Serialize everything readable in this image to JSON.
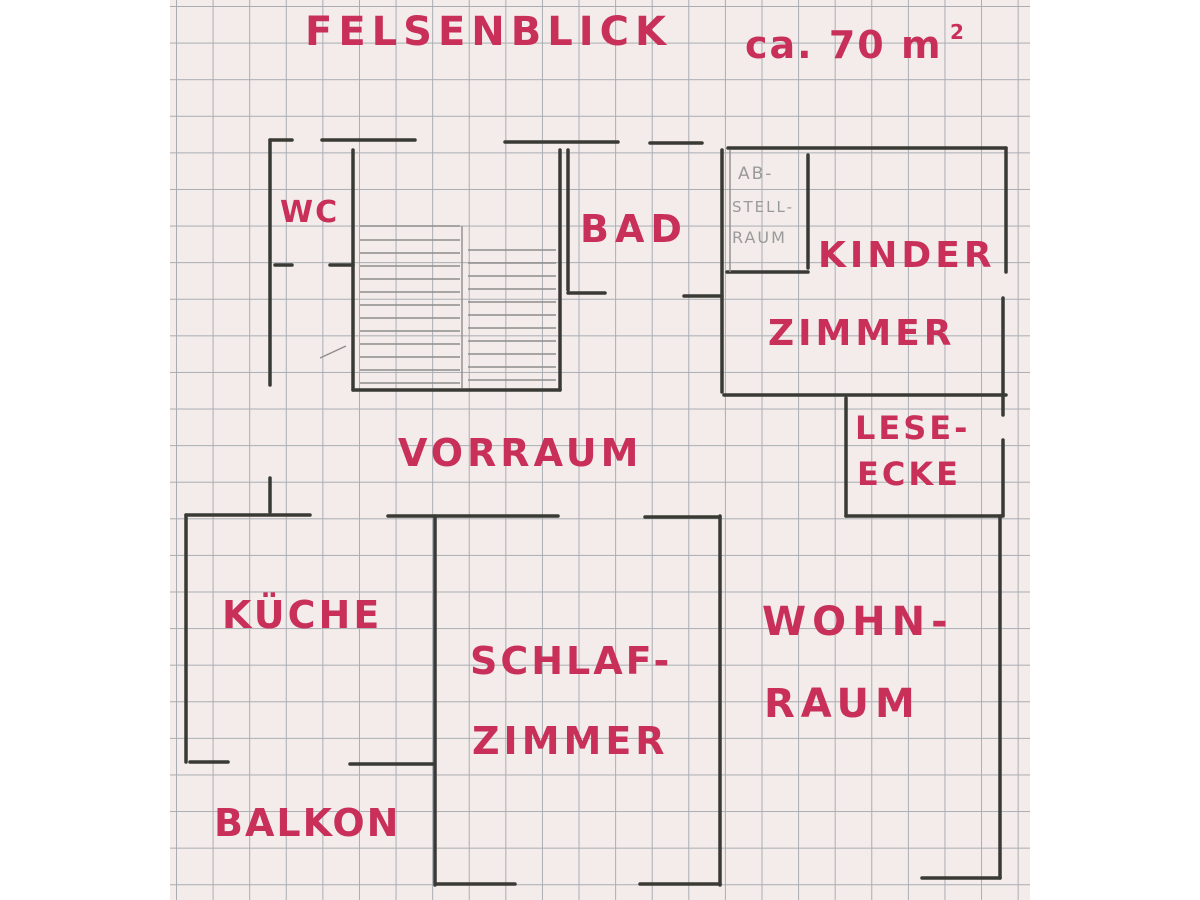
{
  "title": {
    "name": "FELSENBLICK",
    "area": "ca. 70 m",
    "area_superscript": "2"
  },
  "rooms": {
    "wc": "WC",
    "bad": "BAD",
    "abstellraum_line1": "AB-",
    "abstellraum_line2": "STELL-",
    "abstellraum_line3": "RAUM",
    "kinderzimmer_line1": "KINDER",
    "kinderzimmer_line2": "ZIMMER",
    "vorraum": "VORRAUM",
    "leseecke_line1": "LESE-",
    "leseecke_line2": "ECKE",
    "kueche": "KÜCHE",
    "schlafzimmer_line1": "SCHLAF-",
    "schlafzimmer_line2": "ZIMMER",
    "wohnraum_line1": "WOHN-",
    "wohnraum_line2": "RAUM",
    "balkon": "BALKON"
  },
  "colors": {
    "ink_label": "#c8305a",
    "ink_walls": "#3a3a34",
    "paper": "#f3ecea",
    "grid": "#a9adb3",
    "pencil": "#9a9a9a"
  }
}
